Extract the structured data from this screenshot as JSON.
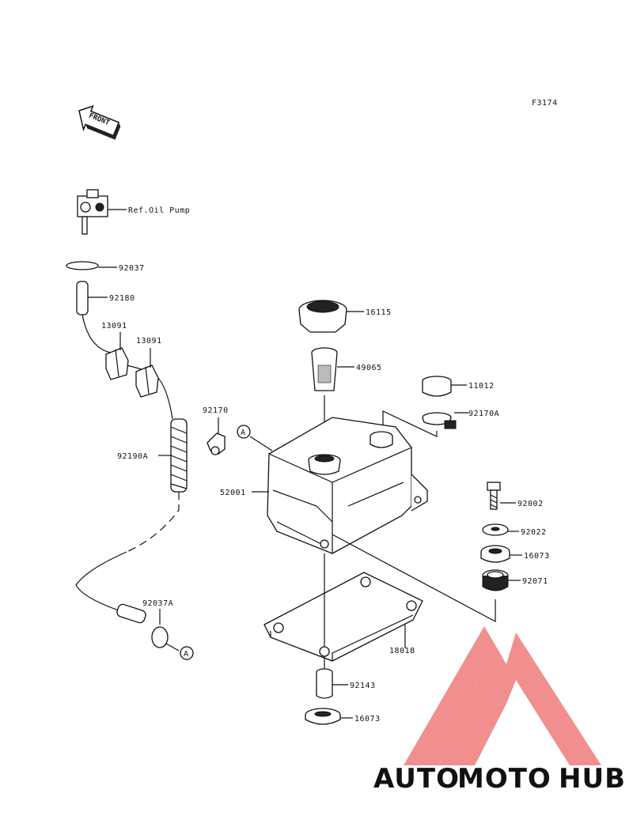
{
  "figure_code": "F3174",
  "front_label": "FRONT",
  "ref_label": "Ref.Oil Pump",
  "callout_A": "A",
  "parts": {
    "p92037": "92037",
    "p92180": "92180",
    "p13091a": "13091",
    "p13091b": "13091",
    "p92170": "92170",
    "p92190A": "92190A",
    "p16115": "16115",
    "p49065": "49065",
    "p11012": "11012",
    "p92170A": "92170A",
    "p52001": "52001",
    "p92002": "92002",
    "p92022": "92022",
    "p16073a": "16073",
    "p92071": "92071",
    "p18018": "18018",
    "p92037A": "92037A",
    "p92143": "92143",
    "p16073b": "16073"
  },
  "watermark": {
    "part1": "AUTO",
    "part2": "MOTO",
    "part3": "HUB",
    "colors": {
      "orange": "#f5b870",
      "red": "#ef7b7b",
      "gray": "#777777"
    }
  }
}
